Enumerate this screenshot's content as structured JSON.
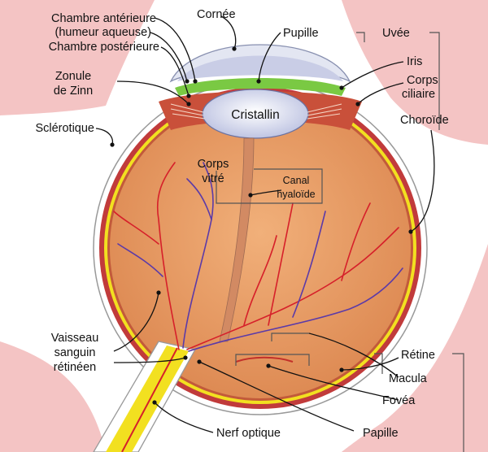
{
  "labels": {
    "chambre_anterieure": "Chambre antérieure",
    "humeur_aqueuse": "(humeur aqueuse)",
    "chambre_posterieure": "Chambre postérieure",
    "cornee": "Cornée",
    "pupille": "Pupille",
    "uvee": "Uvée",
    "iris": "Iris",
    "corps_ciliaire_1": "Corps",
    "corps_ciliaire_2": "ciliaire",
    "zonule_1": "Zonule",
    "zonule_2": "de Zinn",
    "cristallin": "Cristallin",
    "sclerotique": "Sclérotique",
    "choroide": "Choroïde",
    "corps_vitre_1": "Corps",
    "corps_vitre_2": "vitré",
    "canal_1": "Canal",
    "canal_2": "hyaloïde",
    "vaisseau_1": "Vaisseau",
    "vaisseau_2": "sanguin",
    "vaisseau_3": "rétinéen",
    "retine": "Rétine",
    "macula": "Macula",
    "fovea": "Fovéa",
    "nerf_optique": "Nerf optique",
    "papille": "Papille"
  },
  "colors": {
    "background_skin": "#f4c4c4",
    "vitreous": "#e89a60",
    "sclera": "#ffffff",
    "choroid": "#c13b3b",
    "retina": "#f2e020",
    "iris": "#7ac943",
    "lens": "#dde2f5",
    "cornea": "#e3e6f2",
    "optic_nerve": "#f2e020",
    "artery": "#d6202a",
    "vein": "#5b3aa8"
  }
}
